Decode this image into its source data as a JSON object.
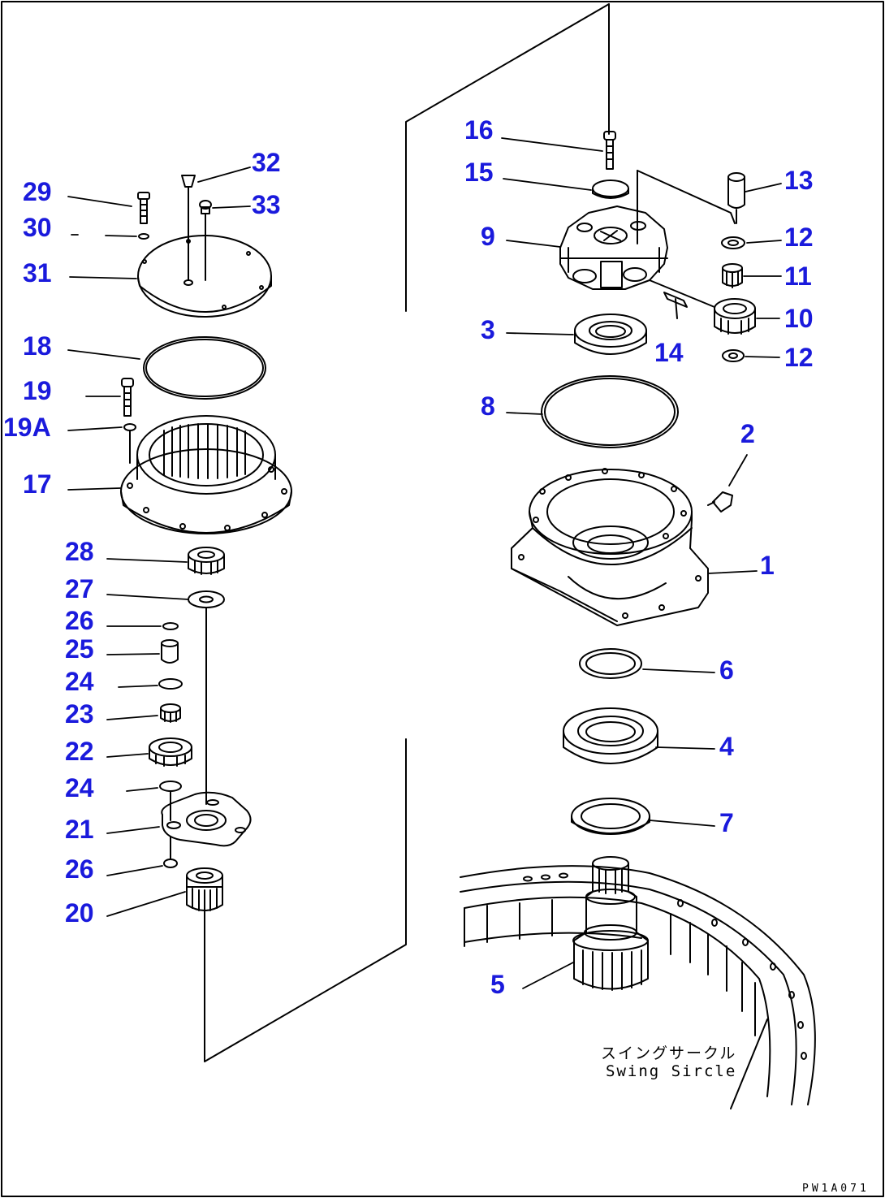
{
  "colors": {
    "label": "#1a1adc",
    "line": "#000000",
    "background": "#ffffff"
  },
  "caption": {
    "jp": "スイングサークル",
    "en": "Swing Sircle"
  },
  "drawing_code": "PW1A071",
  "parts": [
    {
      "id": "29",
      "label": "29",
      "name": "bolt"
    },
    {
      "id": "30",
      "label": "30",
      "name": "washer"
    },
    {
      "id": "31",
      "label": "31",
      "name": "cover"
    },
    {
      "id": "32",
      "label": "32",
      "name": "level-gauge"
    },
    {
      "id": "33",
      "label": "33",
      "name": "plug"
    },
    {
      "id": "18",
      "label": "18",
      "name": "o-ring"
    },
    {
      "id": "19",
      "label": "19",
      "name": "bolt"
    },
    {
      "id": "19A",
      "label": "19A",
      "name": "washer"
    },
    {
      "id": "17",
      "label": "17",
      "name": "ring-gear-case"
    },
    {
      "id": "28",
      "label": "28",
      "name": "gear"
    },
    {
      "id": "27",
      "label": "27",
      "name": "thrust-washer"
    },
    {
      "id": "26a",
      "label": "26",
      "name": "ring"
    },
    {
      "id": "25",
      "label": "25",
      "name": "shaft"
    },
    {
      "id": "24a",
      "label": "24",
      "name": "washer"
    },
    {
      "id": "23",
      "label": "23",
      "name": "needle-bearing"
    },
    {
      "id": "22",
      "label": "22",
      "name": "gear"
    },
    {
      "id": "24b",
      "label": "24",
      "name": "washer"
    },
    {
      "id": "21",
      "label": "21",
      "name": "carrier-plate"
    },
    {
      "id": "26b",
      "label": "26",
      "name": "ring"
    },
    {
      "id": "20",
      "label": "20",
      "name": "sun-gear"
    },
    {
      "id": "16",
      "label": "16",
      "name": "bolt"
    },
    {
      "id": "15",
      "label": "15",
      "name": "plate"
    },
    {
      "id": "9",
      "label": "9",
      "name": "carrier"
    },
    {
      "id": "3",
      "label": "3",
      "name": "bearing"
    },
    {
      "id": "8",
      "label": "8",
      "name": "o-ring"
    },
    {
      "id": "13",
      "label": "13",
      "name": "shaft"
    },
    {
      "id": "12a",
      "label": "12",
      "name": "washer"
    },
    {
      "id": "11",
      "label": "11",
      "name": "needle-bearing"
    },
    {
      "id": "10",
      "label": "10",
      "name": "gear"
    },
    {
      "id": "14",
      "label": "14",
      "name": "pin"
    },
    {
      "id": "12b",
      "label": "12",
      "name": "washer"
    },
    {
      "id": "2",
      "label": "2",
      "name": "grease-fitting"
    },
    {
      "id": "1",
      "label": "1",
      "name": "case"
    },
    {
      "id": "6",
      "label": "6",
      "name": "seal"
    },
    {
      "id": "4",
      "label": "4",
      "name": "bearing"
    },
    {
      "id": "7",
      "label": "7",
      "name": "seal"
    },
    {
      "id": "5",
      "label": "5",
      "name": "pinion-shaft"
    }
  ]
}
